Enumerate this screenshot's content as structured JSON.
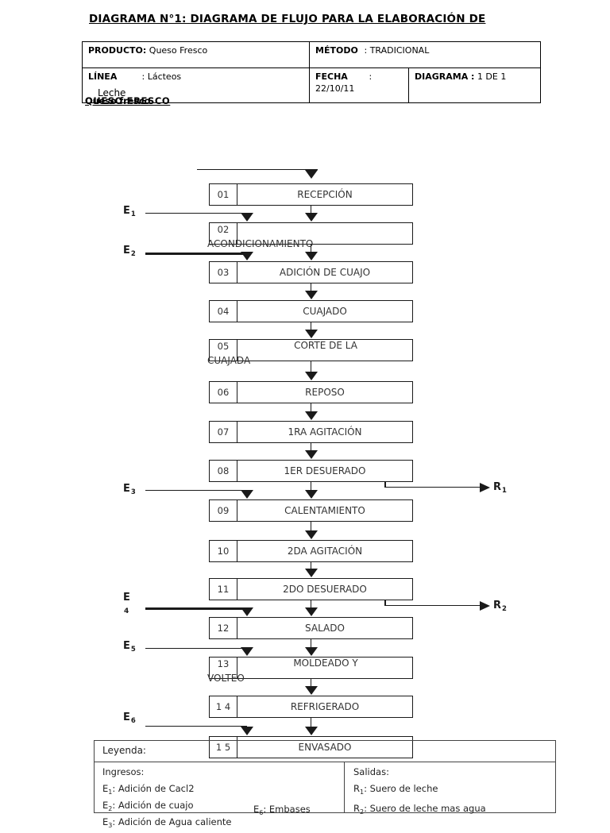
{
  "document": {
    "title": "DIAGRAMA  N°1: DIAGRAMA DE FLUJO PARA LA ELABORACIÓN DE",
    "subtitle_overlay_a": "Queso fresco",
    "subtitle_overlay_b": "QUESO FRESCO"
  },
  "header": {
    "producto_label": "PRODUCTO:",
    "producto_value": "Queso Fresco",
    "metodo_label": "MÉTODO",
    "metodo_value": ": TRADICIONAL",
    "linea_label": "LÍNEA",
    "linea_value": ": Lácteos",
    "linea_sub": "Leche",
    "fecha_label": "FECHA",
    "fecha_colon": ":",
    "fecha_value": "22/10/11",
    "diagrama_label": "DIAGRAMA :",
    "diagrama_value": "1 DE 1"
  },
  "flow": {
    "steps": [
      {
        "num": "01",
        "label": "RECEPCIÓN",
        "overflow": false
      },
      {
        "num": "02",
        "label": "ACONDICIONAMIENTO",
        "overflow": true,
        "line1": "",
        "line2": "ACONDICIONAMIENTO"
      },
      {
        "num": "03",
        "label": "ADICIÓN DE CUAJO",
        "overflow": false
      },
      {
        "num": "04",
        "label": "CUAJADO",
        "overflow": false
      },
      {
        "num": "05",
        "label": "CORTE DE LA CUAJADA",
        "overflow": true,
        "line1": "CORTE DE LA",
        "line2": "CUAJADA"
      },
      {
        "num": "06",
        "label": "REPOSO",
        "overflow": false
      },
      {
        "num": "07",
        "label": "1RA AGITACIÓN",
        "overflow": false
      },
      {
        "num": "08",
        "label": "1ER DESUERADO",
        "overflow": false
      },
      {
        "num": "09",
        "label": "CALENTAMIENTO",
        "overflow": false
      },
      {
        "num": "10",
        "label": "2DA AGITACIÓN",
        "overflow": false
      },
      {
        "num": "11",
        "label": "2DO DESUERADO",
        "overflow": false
      },
      {
        "num": "12",
        "label": "SALADO",
        "overflow": false
      },
      {
        "num": "13",
        "label": "MOLDEADO Y VOLTEO",
        "overflow": true,
        "line1": "MOLDEADO Y",
        "line2": "VOLTEO"
      },
      {
        "num": "1 4",
        "label": "REFRIGERADO",
        "overflow": false
      },
      {
        "num": "1 5",
        "label": "ENVASADO",
        "overflow": false
      }
    ],
    "inputs": [
      {
        "id": "E1",
        "letter": "E",
        "sub": "1"
      },
      {
        "id": "E2",
        "letter": "E",
        "sub": "2"
      },
      {
        "id": "E3",
        "letter": "E",
        "sub": "3"
      },
      {
        "id": "E4",
        "letter": "E",
        "sub": "4"
      },
      {
        "id": "E5",
        "letter": "E",
        "sub": "5"
      },
      {
        "id": "E6",
        "letter": "E",
        "sub": "6"
      }
    ],
    "outputs": [
      {
        "id": "R1",
        "letter": "R",
        "sub": "1"
      },
      {
        "id": "R2",
        "letter": "R",
        "sub": "2"
      }
    ]
  },
  "legend": {
    "title": "Leyenda:",
    "ingresos_head": "Ingresos:",
    "salidas_head": "Salidas:",
    "ingresos": [
      {
        "key": "E",
        "sub": "1",
        "text": ": Adición de Cacl2"
      },
      {
        "key": "E",
        "sub": "2",
        "text": ": Adición de cuajo"
      },
      {
        "key": "E",
        "sub": "3",
        "text": ": Adición de Agua caliente"
      }
    ],
    "ingresos_right": [
      {
        "key": "E",
        "sub": "6",
        "text": ": Embases"
      }
    ],
    "salidas": [
      {
        "key": "R",
        "sub": "1",
        "text": ": Suero de leche"
      },
      {
        "key": "R",
        "sub": "2",
        "text": ": Suero de leche mas agua"
      }
    ]
  },
  "colors": {
    "ink": "#1a1a1a",
    "rule": "#444444",
    "text": "#333333"
  }
}
